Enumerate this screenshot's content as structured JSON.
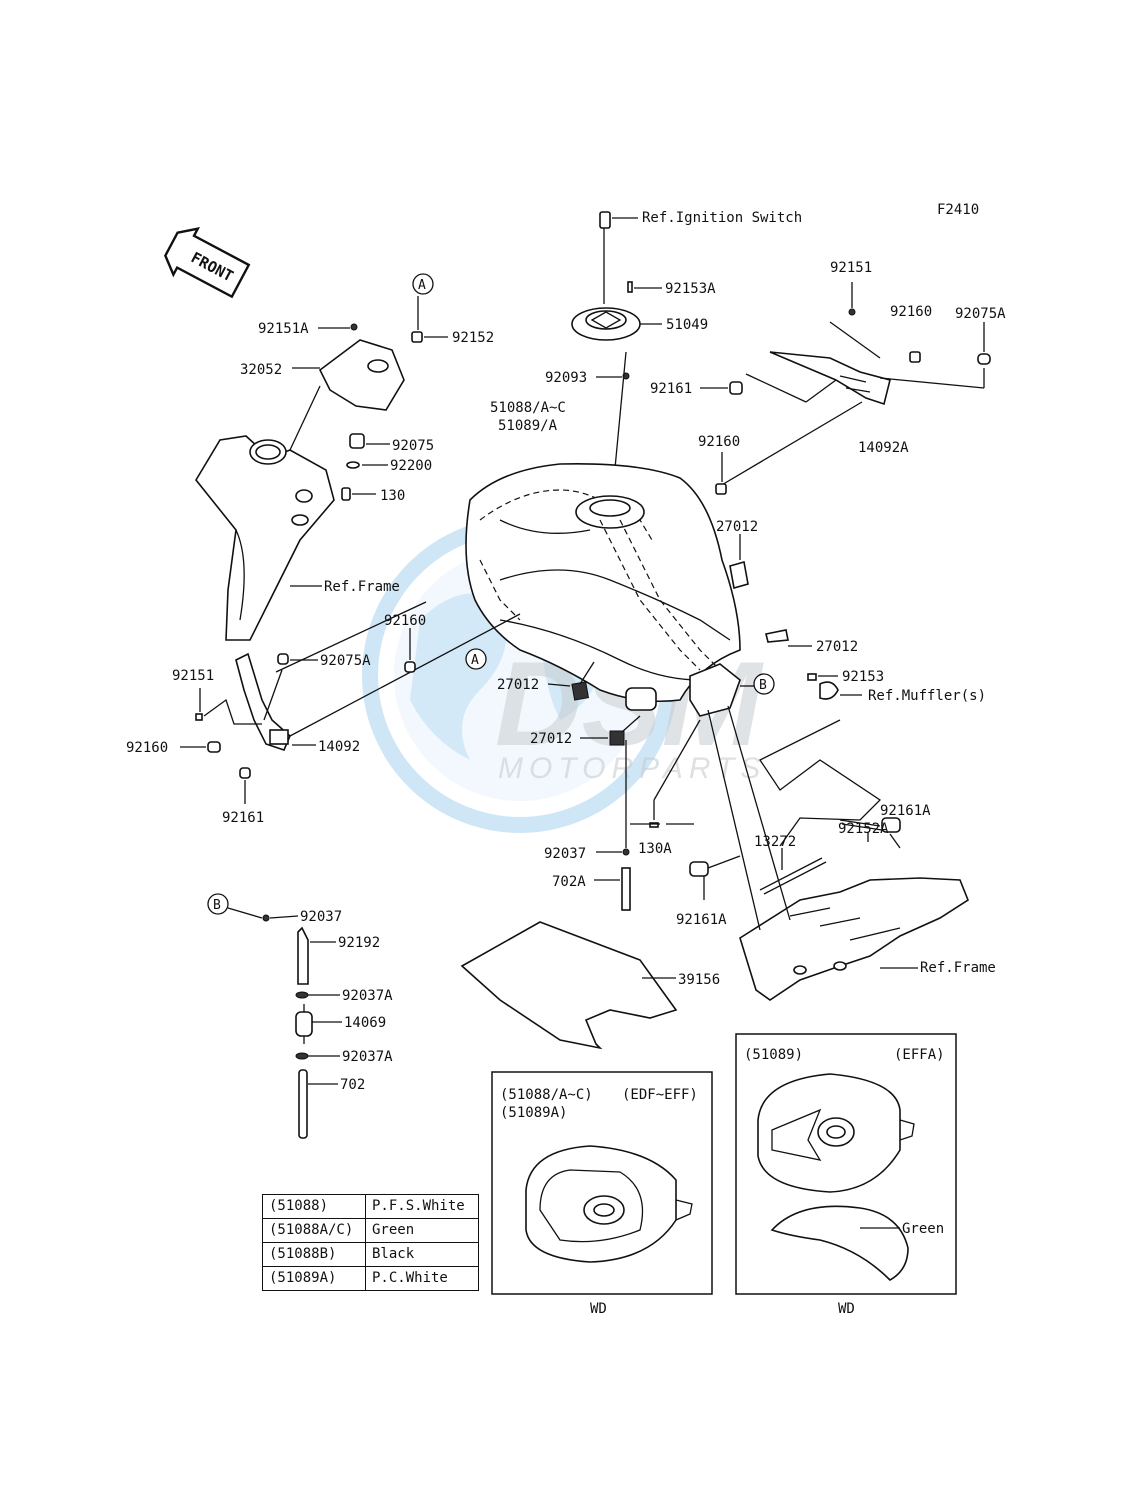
{
  "figure_code": "F2410",
  "front_label": "FRONT",
  "callouts": [
    {
      "id": "A",
      "name": "callout-a-top"
    },
    {
      "id": "A",
      "name": "callout-a-mid"
    },
    {
      "id": "B",
      "name": "callout-b-right"
    },
    {
      "id": "B",
      "name": "callout-b-left"
    }
  ],
  "parts": {
    "ref_ignition": "Ref.Ignition Switch",
    "p92153A": "92153A",
    "p51049": "51049",
    "p92093": "92093",
    "p51088": "51088/A~C",
    "p51089": "51089/A",
    "p92151_tr": "92151",
    "p92160_tr": "92160",
    "p92075A_tr": "92075A",
    "p92161_tr": "92161",
    "p14092A": "14092A",
    "p92160_mid": "92160",
    "p27012_a": "27012",
    "p27012_b": "27012",
    "p27012_c": "27012",
    "p27012_d": "27012",
    "p92153": "92153",
    "ref_muffler": "Ref.Muffler(s)",
    "p92151A": "92151A",
    "p92152": "92152",
    "p32052": "32052",
    "p92075": "92075",
    "p92200": "92200",
    "p130": "130",
    "ref_frame_l": "Ref.Frame",
    "p92160_l": "92160",
    "p92151_l": "92151",
    "p92075A_l": "92075A",
    "p92160_l2": "92160",
    "p14092": "14092",
    "p92161_l": "92161",
    "p92161A_r": "92161A",
    "p92152A": "92152A",
    "p130A": "130A",
    "p92037": "92037",
    "p702A": "702A",
    "p13272": "13272",
    "p92161A_m": "92161A",
    "ref_frame_r": "Ref.Frame",
    "p39156": "39156",
    "p92037_b": "92037",
    "p92192": "92192",
    "p92037A_a": "92037A",
    "p14069": "14069",
    "p92037A_b": "92037A",
    "p702": "702"
  },
  "inset_left": {
    "line1": "(51088/A~C)",
    "code1": "(EDF~EFF)",
    "line2": "(51089A)",
    "caption": "WD"
  },
  "inset_right": {
    "line1": "(51089)",
    "code1": "(EFFA)",
    "green": "Green",
    "caption": "WD"
  },
  "color_table": [
    {
      "part": "(51088)",
      "color": "P.F.S.White"
    },
    {
      "part": "(51088A/C)",
      "color": "Green"
    },
    {
      "part": "(51088B)",
      "color": "Black"
    },
    {
      "part": "(51089A)",
      "color": "P.C.White"
    }
  ],
  "watermark": {
    "brand": "DSM",
    "sub": "MOTORPARTS"
  },
  "colors": {
    "line": "#111111",
    "watermark_blue": "#3a9ad9",
    "watermark_grey": "#9aa3aa"
  }
}
